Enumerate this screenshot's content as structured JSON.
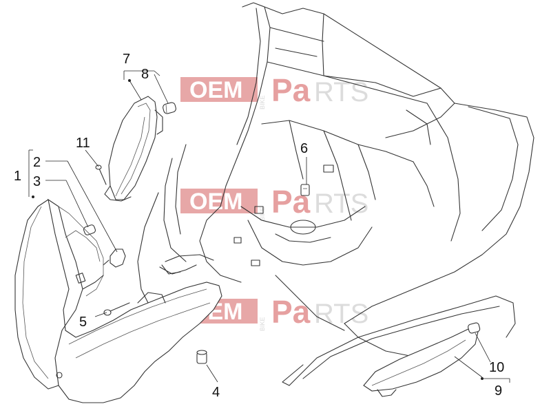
{
  "diagram": {
    "callouts": [
      {
        "id": "1",
        "label": "1"
      },
      {
        "id": "2",
        "label": "2"
      },
      {
        "id": "3",
        "label": "3"
      },
      {
        "id": "4",
        "label": "4"
      },
      {
        "id": "5",
        "label": "5"
      },
      {
        "id": "6",
        "label": "6"
      },
      {
        "id": "7",
        "label": "7"
      },
      {
        "id": "8",
        "label": "8"
      },
      {
        "id": "9",
        "label": "9"
      },
      {
        "id": "10",
        "label": "10"
      },
      {
        "id": "11",
        "label": "11"
      }
    ]
  },
  "watermark": {
    "oem": "OEM",
    "bike": "BIKE",
    "pa": "Pa",
    "rts": "RTS",
    "color_box": "#e7a7a7",
    "color_text": "#dcdcdc"
  }
}
